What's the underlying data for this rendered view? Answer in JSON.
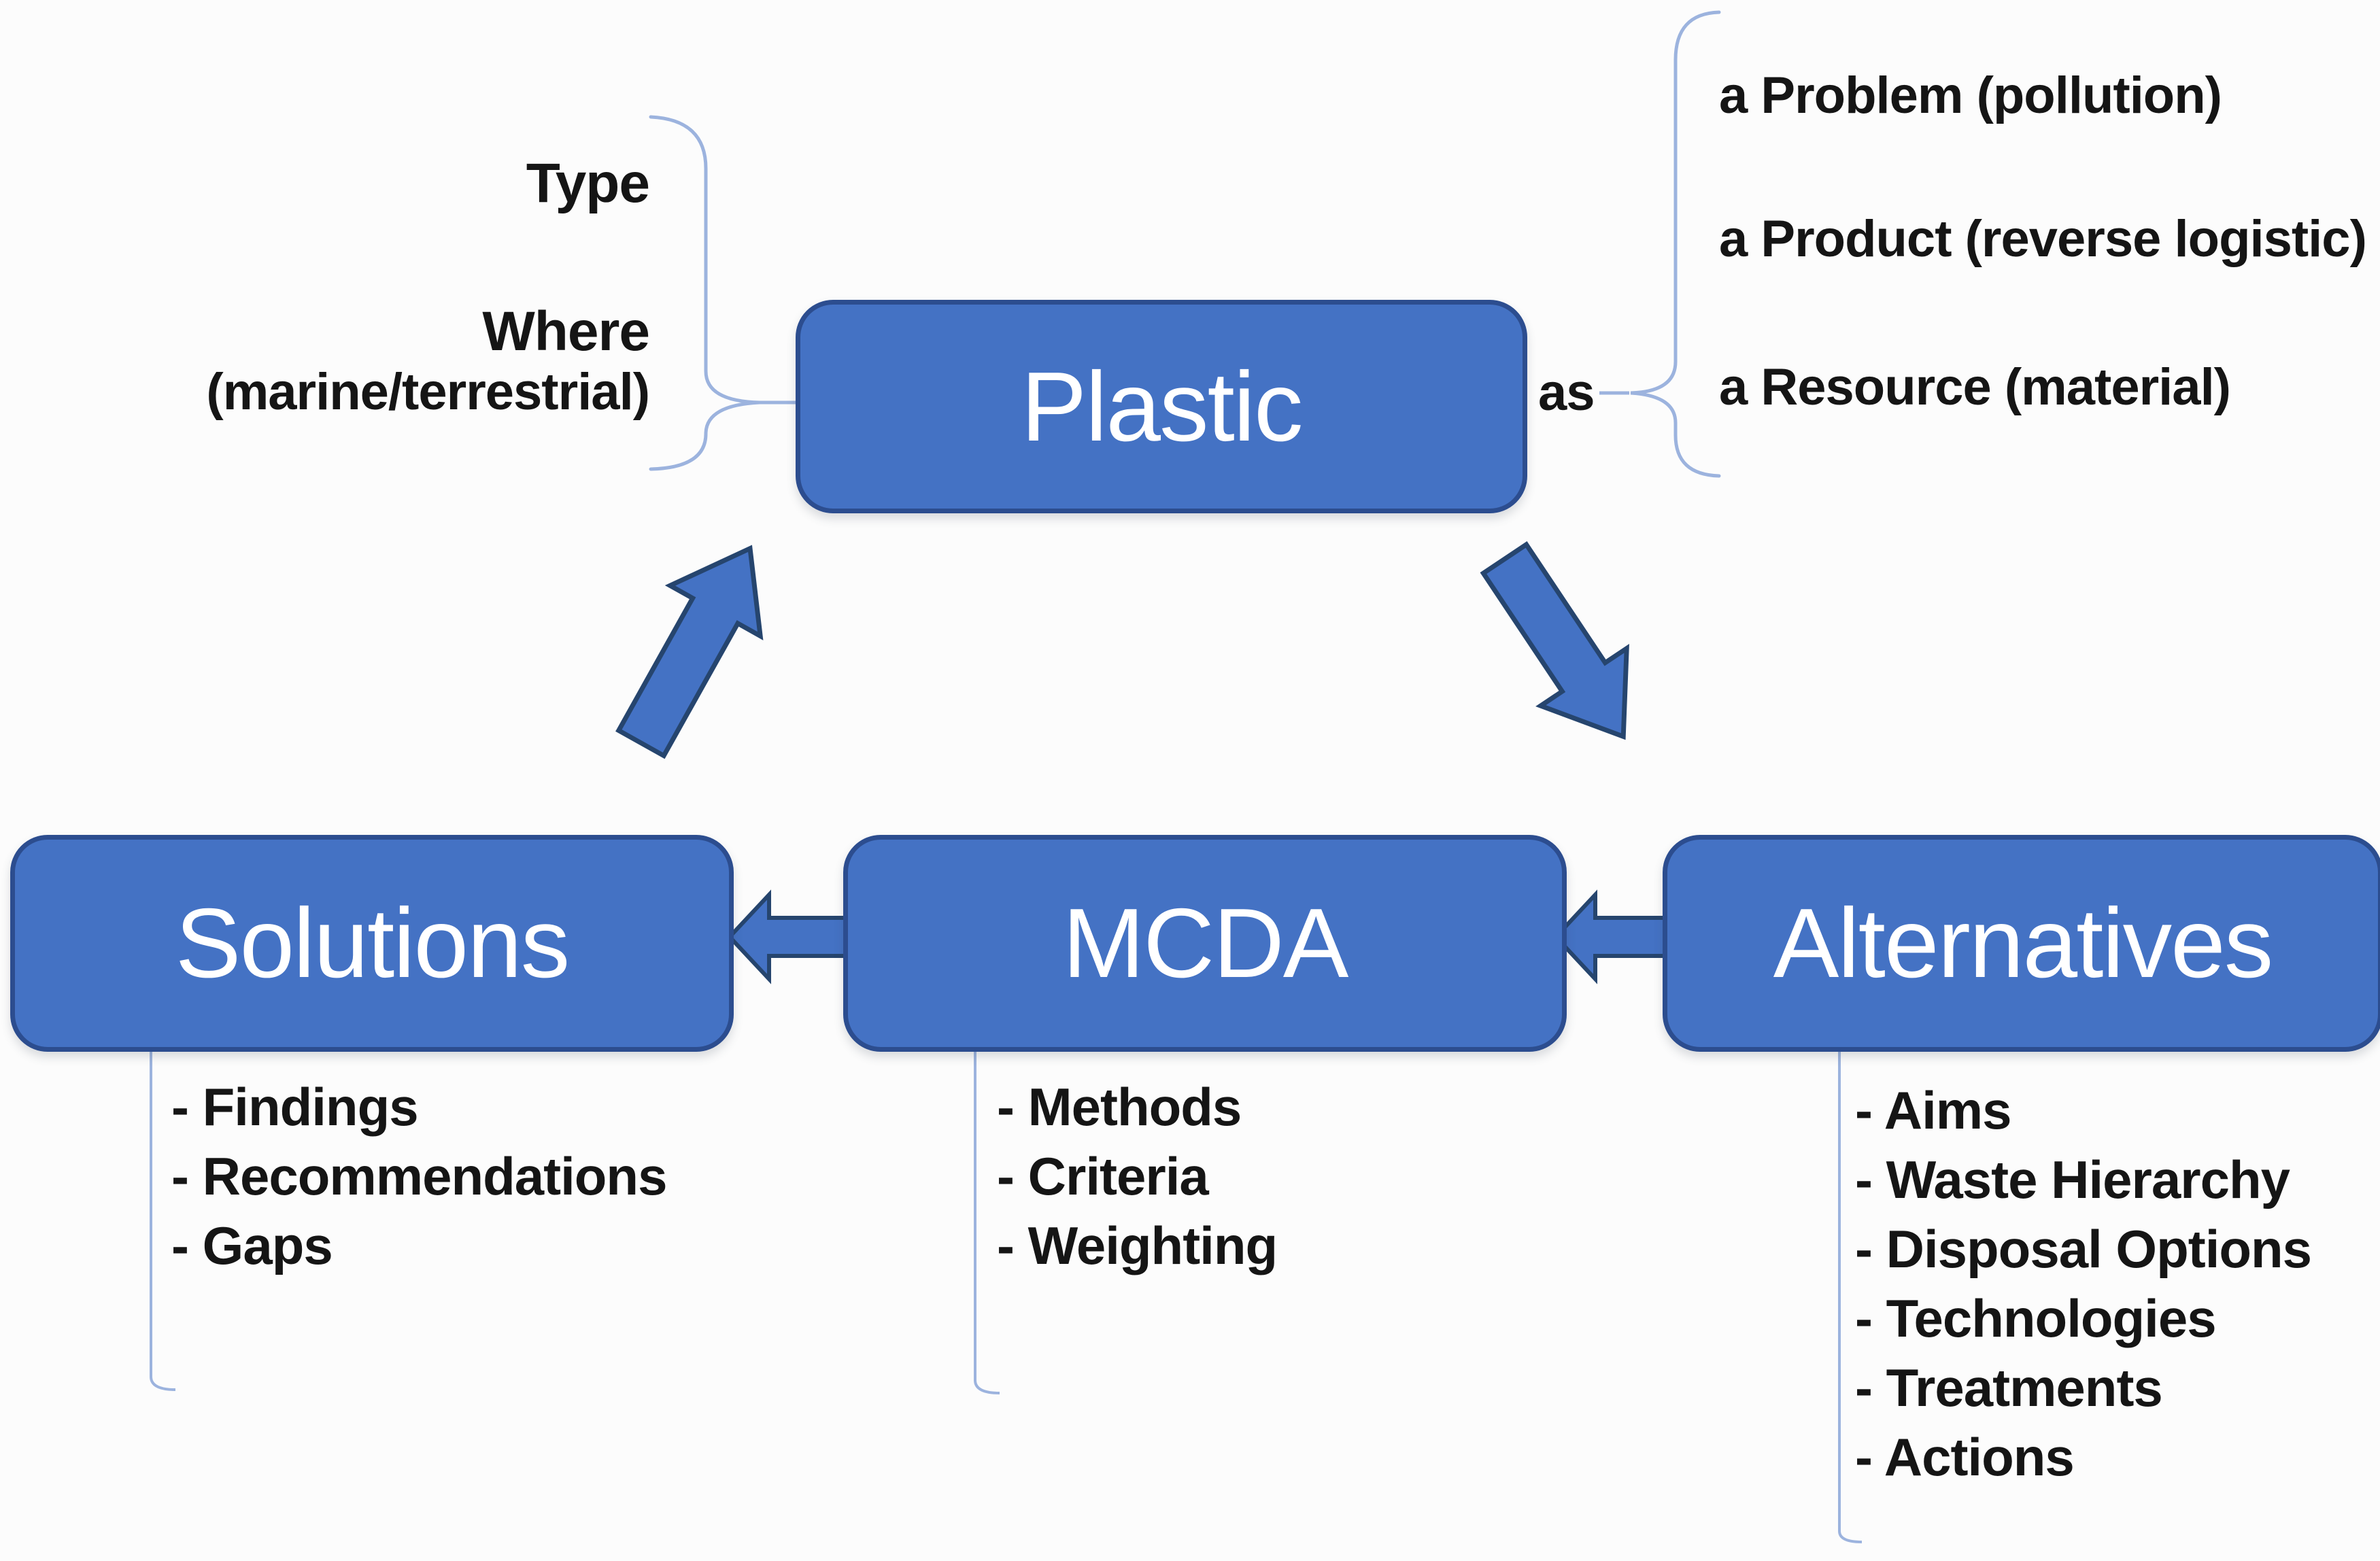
{
  "figure": {
    "background": "#fcfcfc",
    "box_fill": "#4472C4",
    "box_border": "#2c4d8f",
    "arrow_fill": "#4472C4",
    "arrow_border": "#26456e",
    "bracket_line_color": "#9cb3de",
    "text_color": "#151515",
    "title_color": "#ffffff"
  },
  "nodes": {
    "plastic": "Plastic",
    "solutions": "Solutions",
    "mcda": "MCDA",
    "alternatives": "Alternatives"
  },
  "plastic_annotations": {
    "type": "Type",
    "where": "Where",
    "where_detail": "(marine/terrestrial)",
    "as_connector": "as"
  },
  "lists": {
    "plastic_as": [
      "a Problem (pollution)",
      "a Product (reverse logistic)",
      "a Resource (material)"
    ],
    "solutions": [
      "- Findings",
      "- Recommendations",
      "- Gaps"
    ],
    "mcda": [
      "- Methods",
      "- Criteria",
      "- Weighting"
    ],
    "alternatives": [
      "- Aims",
      "- Waste Hierarchy",
      "- Disposal Options",
      "- Technologies",
      "- Treatments",
      "- Actions"
    ]
  }
}
